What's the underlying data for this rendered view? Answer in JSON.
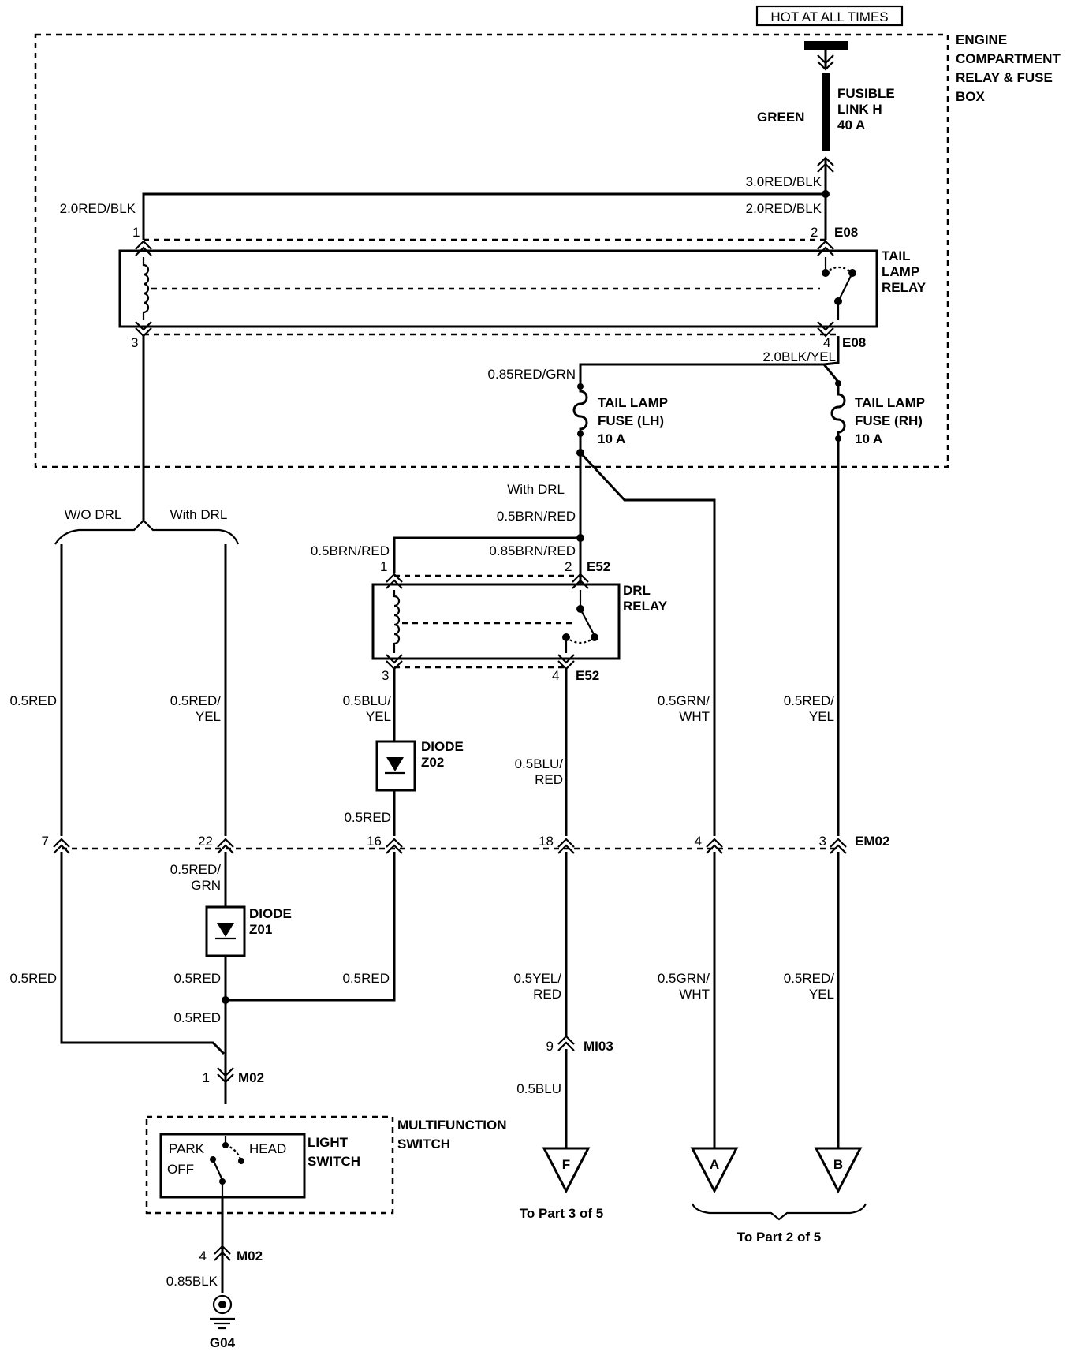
{
  "hot_at_all_times": "HOT AT ALL TIMES",
  "box": {
    "l1": "ENGINE",
    "l2": "COMPARTMENT",
    "l3": "RELAY & FUSE",
    "l4": "BOX"
  },
  "fusible": {
    "l1": "FUSIBLE",
    "l2": "LINK H",
    "l3": "40 A",
    "color": "GREEN"
  },
  "wires": {
    "w1": "3.0RED/BLK",
    "w2": "2.0RED/BLK",
    "w3": "2.0RED/BLK",
    "w4": "2.0BLK/YEL",
    "w5": "0.85RED/GRN",
    "w6": "0.5BRN/RED",
    "w7": "0.5BRN/RED",
    "w8": "0.85BRN/RED",
    "w9": "0.5RED",
    "w10a": "0.5RED/",
    "w10b": "YEL",
    "w11a": "0.5BLU/",
    "w11b": "YEL",
    "w12": "0.5RED",
    "w13a": "0.5BLU/",
    "w13b": "RED",
    "w14a": "0.5GRN/",
    "w14b": "WHT",
    "w15a": "0.5RED/",
    "w15b": "YEL",
    "w16a": "0.5RED/",
    "w16b": "GRN",
    "w17": "0.5RED",
    "w18": "0.5RED",
    "w19": "0.5RED",
    "w20": "0.5RED",
    "w21a": "0.5YEL/",
    "w21b": "RED",
    "w22a": "0.5GRN/",
    "w22b": "WHT",
    "w23a": "0.5RED/",
    "w23b": "YEL",
    "w24": "0.5BLU",
    "w25": "0.85BLK"
  },
  "tail_relay": {
    "l1": "TAIL",
    "l2": "LAMP",
    "l3": "RELAY",
    "pin1": "1",
    "pin2": "2",
    "pin3": "3",
    "pin4": "4",
    "conn": "E08"
  },
  "fuse_lh": {
    "l1": "TAIL LAMP",
    "l2": "FUSE (LH)",
    "l3": "10 A"
  },
  "fuse_rh": {
    "l1": "TAIL LAMP",
    "l2": "FUSE (RH)",
    "l3": "10 A"
  },
  "drl": {
    "wo": "W/O DRL",
    "with": "With DRL",
    "with2": "With DRL"
  },
  "drl_relay": {
    "l1": "DRL",
    "l2": "RELAY",
    "pin1": "1",
    "pin2": "2",
    "pin3": "3",
    "pin4": "4",
    "conn": "E52"
  },
  "diode1": {
    "l1": "DIODE",
    "l2": "Z02"
  },
  "diode2": {
    "l1": "DIODE",
    "l2": "Z01"
  },
  "em02": {
    "p7": "7",
    "p22": "22",
    "p16": "16",
    "p18": "18",
    "p4": "4",
    "p3": "3",
    "conn": "EM02"
  },
  "mi03": {
    "pin": "9",
    "conn": "MI03"
  },
  "m02": {
    "pin1": "1",
    "pin4": "4",
    "conn": "M02"
  },
  "switch": {
    "l1": "MULTIFUNCTION",
    "l2": "SWITCH",
    "ls1": "LIGHT",
    "ls2": "SWITCH",
    "park": "PARK",
    "head": "HEAD",
    "off": "OFF"
  },
  "ground": "G04",
  "terminals": {
    "f": "F",
    "a": "A",
    "b": "B"
  },
  "refs": {
    "part3": "To Part 3 of 5",
    "part2": "To Part 2 of 5"
  }
}
